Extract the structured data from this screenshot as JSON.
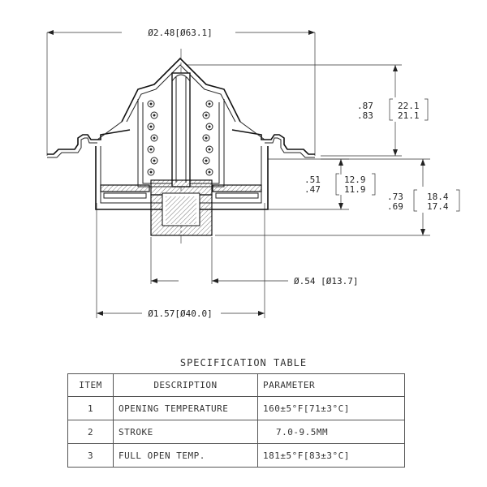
{
  "dimensions": {
    "overall_width": "Ø2.48[Ø63.1]",
    "top_height_in": ".87\n.83",
    "top_height_in_a": ".87",
    "top_height_in_b": ".83",
    "top_height_mm_a": "22.1",
    "top_height_mm_b": "21.1",
    "mid_height_in_a": ".51",
    "mid_height_in_b": ".47",
    "mid_height_mm_a": "12.9",
    "mid_height_mm_b": "11.9",
    "low_height_in_a": ".73",
    "low_height_in_b": ".69",
    "low_height_mm_a": "18.4",
    "low_height_mm_b": "17.4",
    "pin_diameter": "Ø.54 [Ø13.7]",
    "flange_diameter": "Ø1.57[Ø40.0]"
  },
  "spec_table": {
    "title": "SPECIFICATION TABLE",
    "headers": [
      "ITEM",
      "DESCRIPTION",
      "PARAMETER"
    ],
    "rows": [
      {
        "item": "1",
        "description": "OPENING TEMPERATURE",
        "parameter": "160±5°F[71±3°C]"
      },
      {
        "item": "2",
        "description": "STROKE",
        "parameter": "7.0-9.5MM"
      },
      {
        "item": "3",
        "description": "FULL OPEN TEMP.",
        "parameter": "181±5°F[83±3°C]"
      }
    ]
  }
}
